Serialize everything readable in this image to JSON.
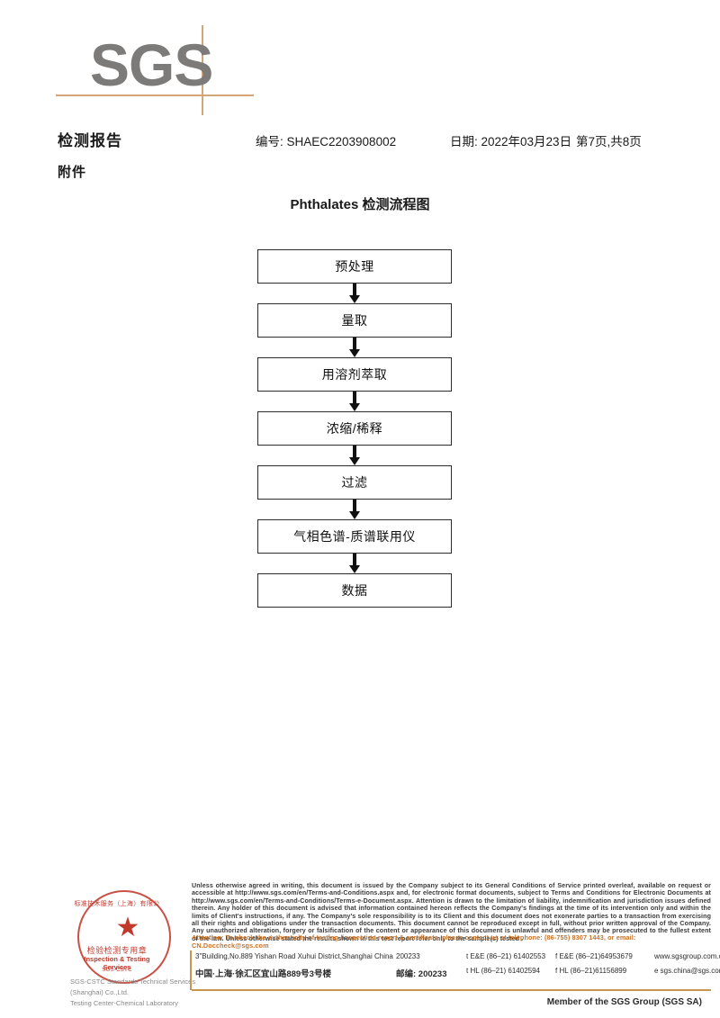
{
  "logo": {
    "text": "SGS",
    "accent_color": "#d2a679",
    "letter_color": "#7d7b79"
  },
  "header": {
    "title": "检测报告",
    "report_no": "编号: SHAEC2203908002",
    "date": "日期: 2022年03月23日",
    "page": "第7页,共8页",
    "attachment": "附件"
  },
  "flow": {
    "title": "Phthalates 检测流程图",
    "steps": [
      {
        "label": "预处理"
      },
      {
        "label": "量取"
      },
      {
        "label": "用溶剂萃取"
      },
      {
        "label": "浓缩/稀释"
      },
      {
        "label": "过滤"
      },
      {
        "label": "气相色谱-质谱联用仪"
      },
      {
        "label": "数据"
      }
    ]
  },
  "footer": {
    "seal": {
      "arc_top": "标准技术服务（上海）有限公",
      "star": "★",
      "cn_label": "检验检测专用章",
      "en_label": "Inspection & Testing Services",
      "arc_bottom": "SGS-CSTC",
      "color": "#c0392b"
    },
    "company_lines": [
      "SGS-CSTC Standards Technical Services (Shanghai) Co.,Ltd.",
      "Testing Center-Chemical Laboratory"
    ],
    "legal": "Unless otherwise agreed in writing, this document is issued by the Company subject to its General Conditions of Service printed overleaf, available on request or accessible at http://www.sgs.com/en/Terms-and-Conditions.aspx and, for electronic format documents, subject to Terms and Conditions for Electronic Documents at http://www.sgs.com/en/Terms-and-Conditions/Terms-e-Document.aspx. Attention is drawn to the limitation of liability, indemnification and jurisdiction issues defined therein. Any holder of this document is advised that information contained hereon reflects the Company's findings at the time of its intervention only and within the limits of Client's instructions, if any. The Company's sole responsibility is to its Client and this document does not exonerate parties to a transaction from exercising all their rights and obligations under the transaction documents. This document cannot be reproduced except in full, without prior written approval of the Company. Any unauthorized alteration, forgery or falsification of the content or appearance of this document is unlawful and offenders may be prosecuted to the fullest extent of the law. Unless otherwise stated the results shown in this test report refer only to the sample(s) tested .",
    "attention": "Attention: To check the authenticity of testing /inspection report & certificate, please contact us at telephone: (86-755) 8307 1443, or email: CN.Doccheck@sgs.com",
    "attention_color": "#c8742a",
    "address_en": {
      "street": "3\"Building,No.889 Yishan Road Xuhui District,Shanghai China",
      "zip": "200233",
      "tel": "t E&E (86–21) 61402553",
      "fax": "f E&E (86–21)64953679",
      "web": "www.sgsgroup.com.cn"
    },
    "address_cn": {
      "street": "中国·上海·徐汇区宜山路889号3号楼",
      "zip": "邮编: 200233",
      "tel": "t HL (86–21) 61402594",
      "fax": "f HL (86–21)61156899",
      "web": "e sgs.china@sgs.com"
    },
    "member": "Member of the SGS Group (SGS SA)",
    "rule_color": "#c8964f"
  }
}
